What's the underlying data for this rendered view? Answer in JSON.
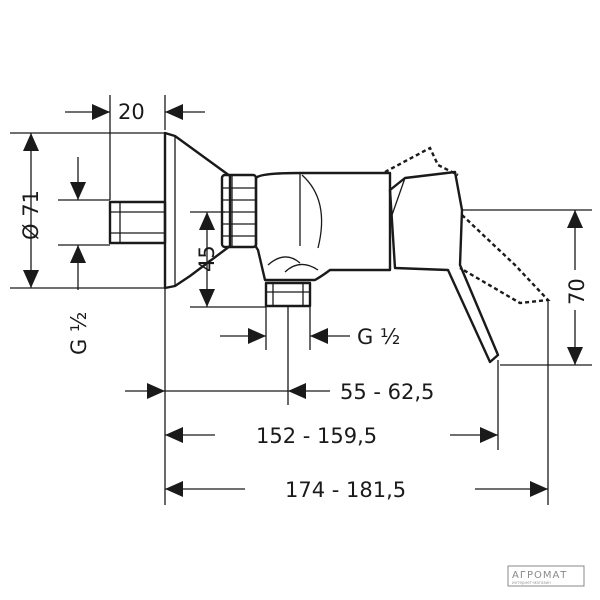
{
  "dimensions": {
    "d20": "20",
    "d71": "Ø 71",
    "d45": "45",
    "d70": "70",
    "thread_left": "G ½",
    "thread_bottom": "G ½",
    "d55": "55 - 62,5",
    "d152": "152 - 159,5",
    "d174": "174 - 181,5"
  },
  "watermark": {
    "brand": "АГРОМАТ",
    "tagline": "интернет-магазин"
  }
}
